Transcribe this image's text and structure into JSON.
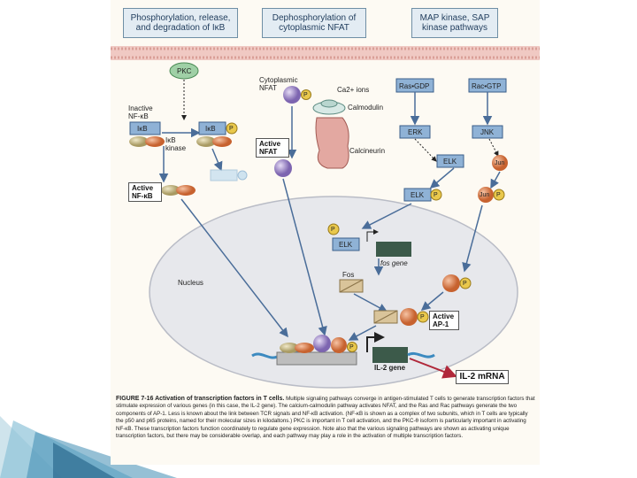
{
  "headers": {
    "h1": "Phosphorylation, release, and degradation of IκB",
    "h2": "Dephosphorylation of cytoplasmic NFAT",
    "h3": "MAP kinase, SAP kinase pathways"
  },
  "labels": {
    "pkc": "PKC",
    "inactive_nfkb": "Inactive NF-κB",
    "ikb1": "IκB",
    "ikb2": "IκB",
    "ikb_kinase": "IκB kinase",
    "active_nfkb": "Active NF-κB",
    "cyto_nfat": "Cytoplasmic NFAT",
    "active_nfat": "Active NFAT",
    "ca_ions": "Ca2+ ions",
    "calmodulin": "Calmodulin",
    "calcineurin": "Calcineurin",
    "ras_gdp": "Ras•GDP",
    "rac_gtp": "Rac•GTP",
    "erk": "ERK",
    "jnk": "JNK",
    "elk1": "ELK",
    "jun1": "Jun",
    "elk2": "ELK",
    "jun2": "Jun",
    "elk3": "ELK",
    "fos_gene": "fos gene",
    "nucleus": "Nucleus",
    "fos": "Fos",
    "active_ap1": "Active AP-1",
    "il2_gene": "IL-2 gene",
    "il2_mrna": "IL-2 mRNA",
    "p": "P"
  },
  "caption": {
    "title": "FIGURE 7-16 Activation of transcription factors in T cells.",
    "body": "Multiple signaling pathways converge in antigen-stimulated T cells to generate transcription factors that stimulate expression of various genes (in this case, the IL-2 gene). The calcium-calmodulin pathway activates NFAT, and the Ras and Rac pathways generate the two components of AP-1. Less is known about the link between TCR signals and NF-κB activation. (NF-κB is shown as a complex of two subunits, which in T cells are typically the p50 and p65 proteins, named for their molecular sizes in kilodaltons.) PKC is important in T cell activation, and the PKC-θ isoform is particularly important in activating NF-κB. These transcription factors function coordinately to regulate gene expression. Note also that the various signaling pathways are shown as activating unique transcription factors, but there may be considerable overlap, and each pathway may play a role in the activation of multiple transcription factors."
  },
  "colors": {
    "header_bg": "#e3ecf3",
    "membrane": "#f0c9c3",
    "nucleus_fill": "#e7e8ec",
    "kinase_box": "#8fb2d6",
    "nfat_purple": "#b7a3d8",
    "jun_orange": "#e8895a",
    "p_yellow": "#e9c84c",
    "il2_arrow": "#b0283a"
  }
}
